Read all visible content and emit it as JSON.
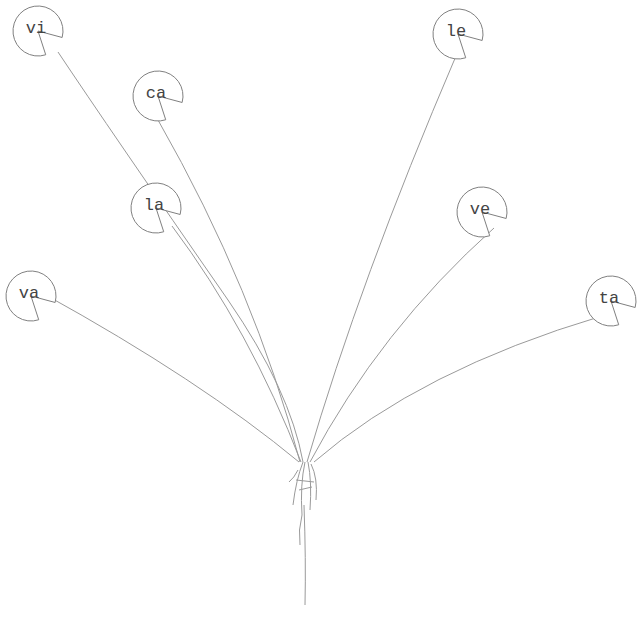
{
  "diagram": {
    "nodes": [
      {
        "text": [
          "vi"
        ]
      },
      {
        "text": [
          "le"
        ]
      },
      {
        "text": [
          "ca"
        ]
      },
      {
        "text": [
          "la"
        ]
      },
      {
        "text": [
          "ve"
        ]
      },
      {
        "text": [
          "va"
        ]
      },
      {
        "text": [
          "ta"
        ]
      }
    ]
  }
}
